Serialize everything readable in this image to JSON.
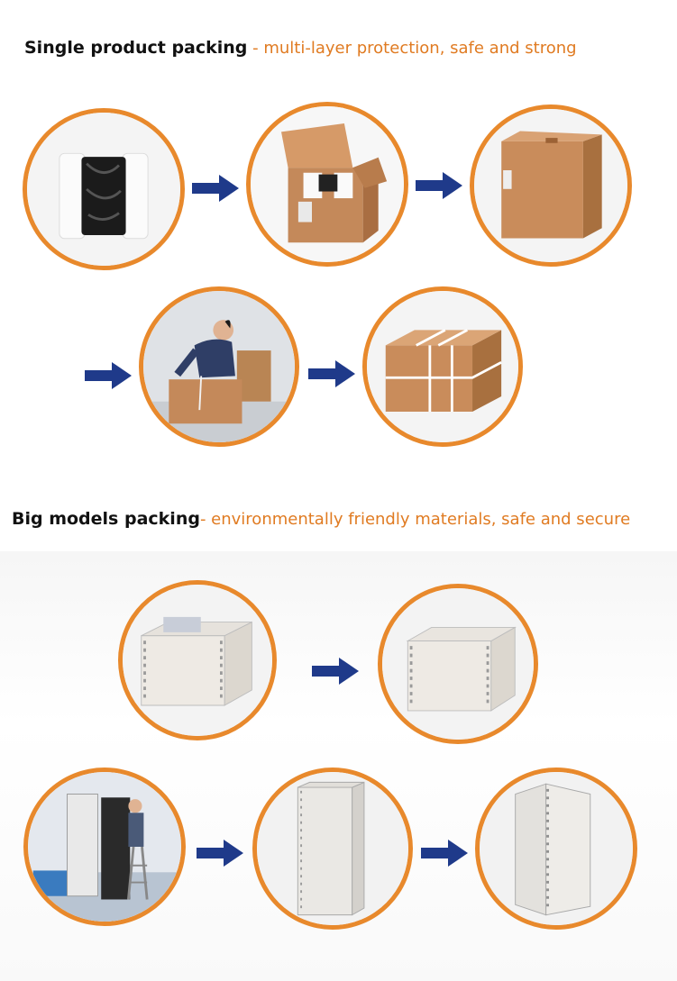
{
  "sections": [
    {
      "title": "Single product packing",
      "subtitle": " - multi-layer protection, safe and strong"
    },
    {
      "title": "Big models packing",
      "subtitle": "- environmentally friendly materials, safe and secure"
    }
  ],
  "colors": {
    "accent": "#e8892c",
    "subtitle": "#e07b22",
    "arrow": "#1f3a8a",
    "cardboard": "#c4895a"
  },
  "icons": [
    "arrow-right-icon"
  ]
}
